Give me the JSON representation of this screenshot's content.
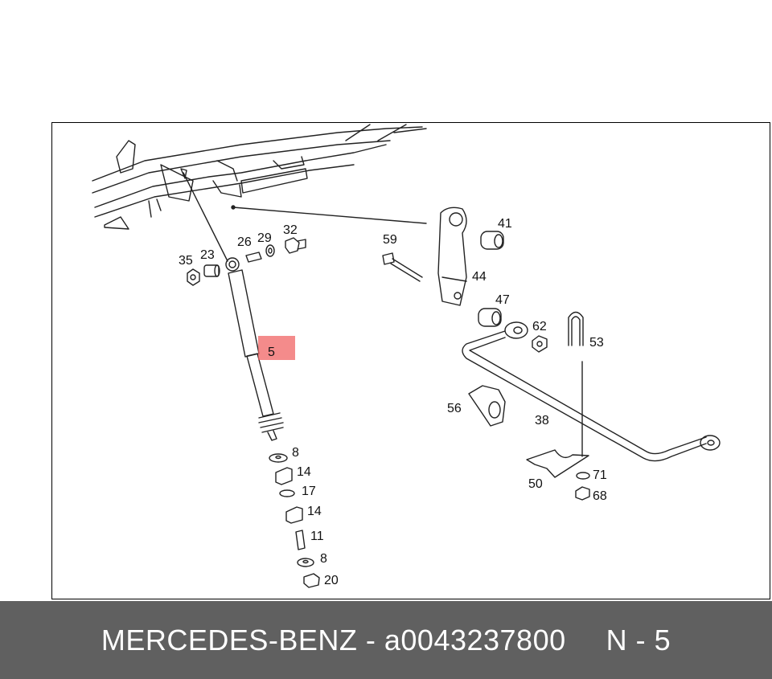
{
  "diagram": {
    "callouts": {
      "c5": "5",
      "c8a": "8",
      "c8b": "8",
      "c11": "11",
      "c14a": "14",
      "c14b": "14",
      "c17": "17",
      "c20": "20",
      "c23": "23",
      "c26": "26",
      "c29": "29",
      "c32": "32",
      "c35": "35",
      "c38": "38",
      "c41": "41",
      "c44": "44",
      "c47": "47",
      "c50": "50",
      "c53": "53",
      "c56": "56",
      "c59": "59",
      "c62": "62",
      "c68": "68",
      "c71": "71"
    },
    "colors": {
      "highlight": "#f06464",
      "line": "#222222"
    }
  },
  "footer": {
    "brand": "MERCEDES-BENZ",
    "separator": " - ",
    "part_number": "a0043237800",
    "position": "N - 5"
  }
}
